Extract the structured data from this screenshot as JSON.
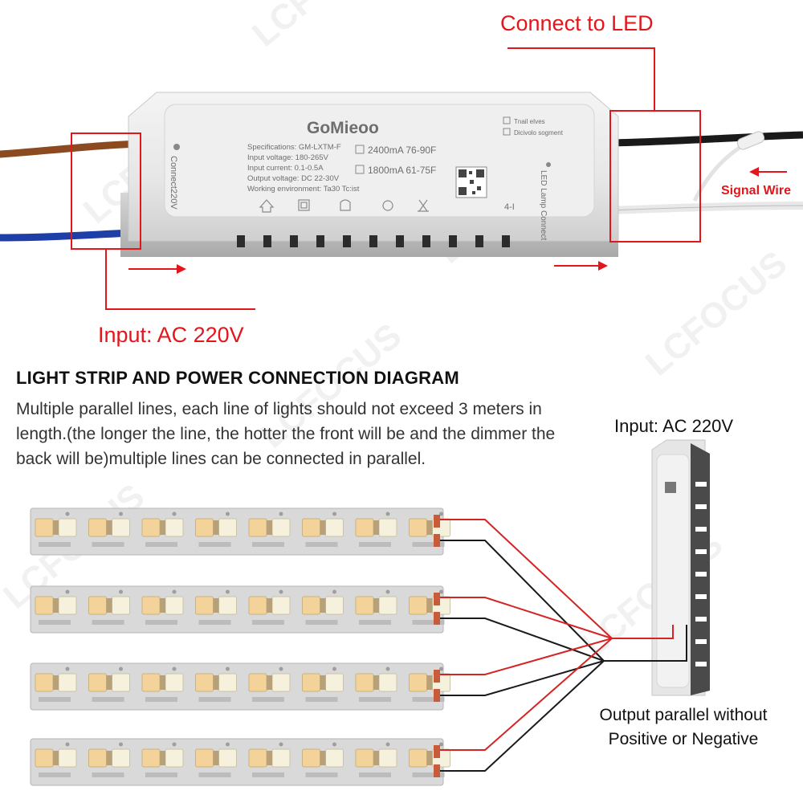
{
  "labels": {
    "connect_to_led": "Connect to LED",
    "input_ac": "Input: AC 220V",
    "signal_wire": "Signal Wire"
  },
  "product": {
    "brand": "GoMieoo",
    "side_label": "Connect220V",
    "specs": [
      "Specifications: GM-LXTM-F",
      "Input voltage: 180-265V",
      "Input current: 0.1-0.5A",
      "Output voltage: DC 22-30V",
      "Working environment: Ta30 Tc:ist"
    ],
    "options": [
      "2400mA 76-90F",
      "1800mA 61-75F"
    ],
    "mode_options": [
      "Tnail eIves",
      "Dicivolo sogment"
    ],
    "led_side_label": "LED Lamp Connect",
    "model_code": "4-I"
  },
  "diagram": {
    "title": "LIGHT STRIP AND POWER CONNECTION DIAGRAM",
    "description": "Multiple parallel lines, each line of lights should not exceed 3 meters in length.(the longer the line, the hotter the front will be and the dimmer the back will be)multiple lines can be connected in parallel.",
    "right_input": "Input: AC 220V",
    "output_note": "Output parallel without Positive or Negative"
  },
  "watermark": "LCFOCUS",
  "colors": {
    "accent_red": "#e3161b",
    "wire_red": "#d42424",
    "wire_black": "#1a1a1a",
    "wire_brown": "#8b4a1f",
    "wire_blue": "#1f3fa8",
    "led_warm": "#f3d39a",
    "led_cool": "#f6f1dd",
    "strip_base": "#d9d9d9"
  }
}
